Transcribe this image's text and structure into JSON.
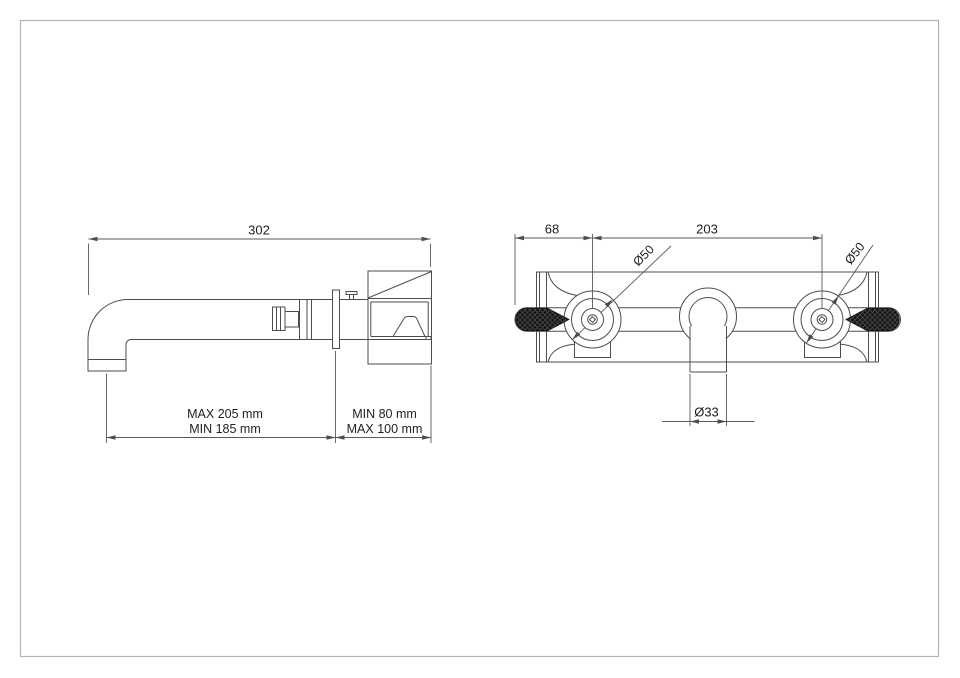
{
  "page": {
    "background": "#ffffff",
    "border_color": "#b3b3b3"
  },
  "colors": {
    "line": "#4d4d4d",
    "dimension_line": "#5a5a5a",
    "text": "#1f1f1f",
    "knurl_fill": "#131313"
  },
  "side_view": {
    "overall_length_label": "302",
    "spout_reach_line1": "MAX 205 mm",
    "spout_reach_line2": "MIN 185 mm",
    "wall_depth_line1": "MIN 80 mm",
    "wall_depth_line2": "MAX 100 mm"
  },
  "front_view": {
    "handle_offset_label": "68",
    "handle_spacing_label": "203",
    "left_handle_diameter_label": "Ø50",
    "right_handle_diameter_label": "Ø50",
    "spout_width_label": "Ø33"
  }
}
